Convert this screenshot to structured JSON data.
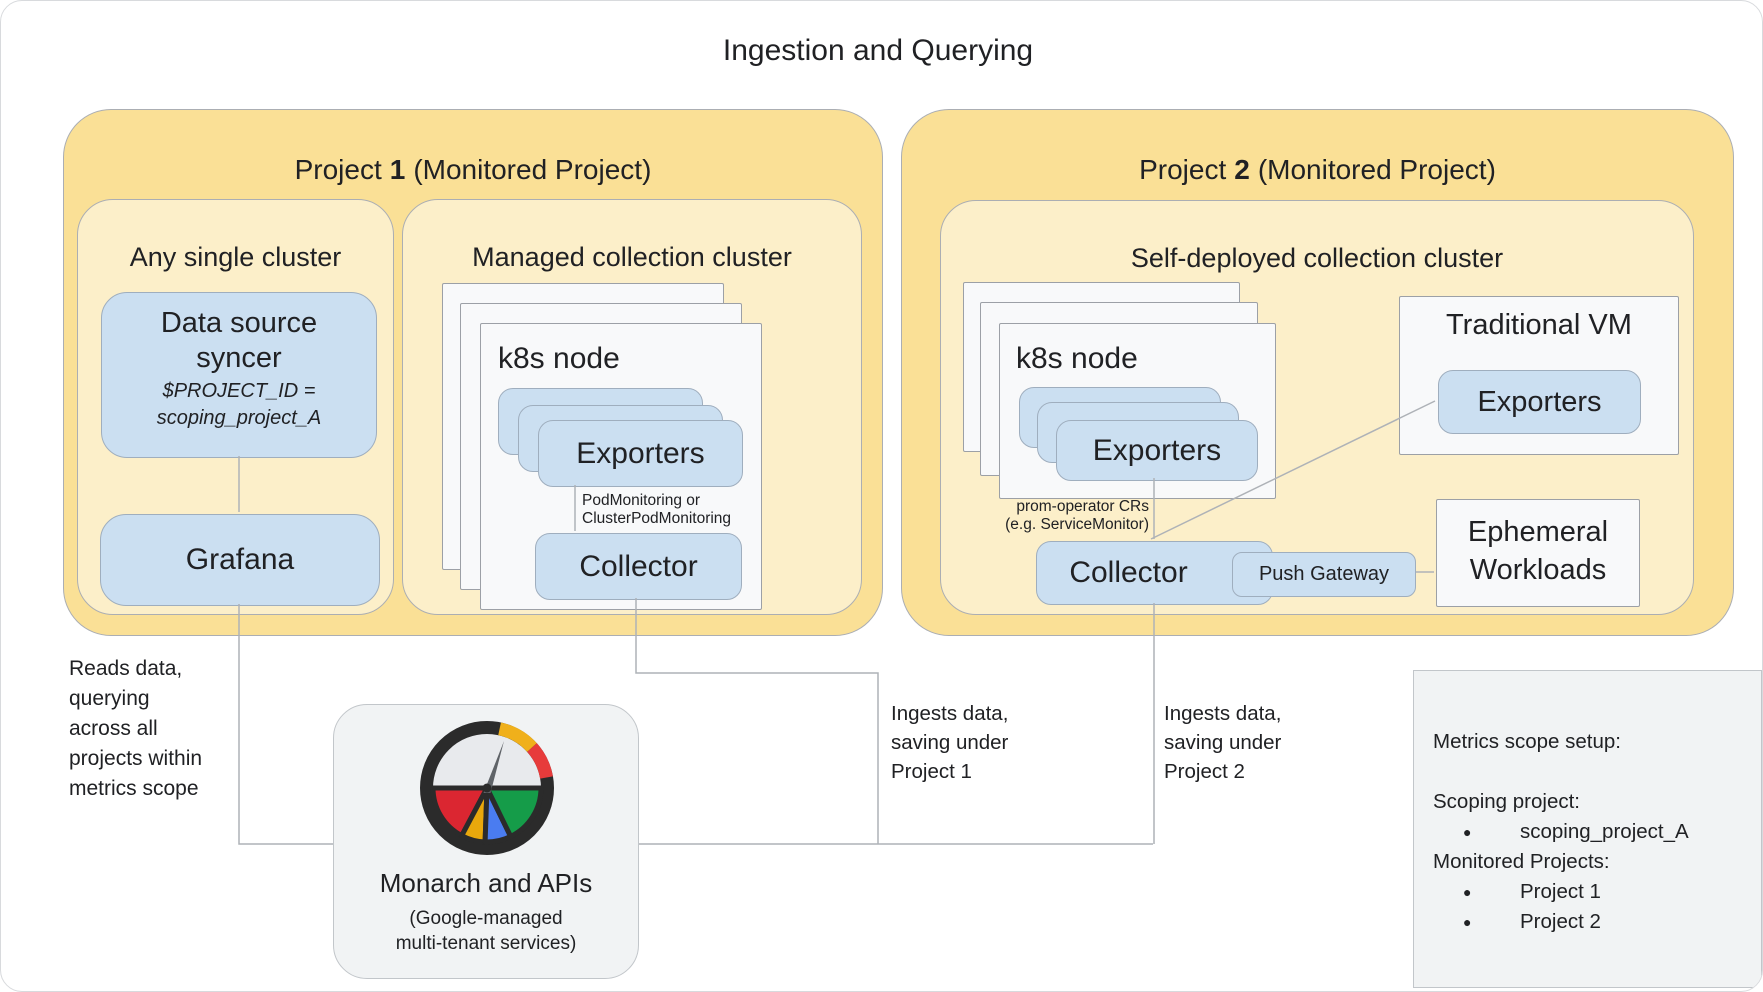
{
  "title": "Ingestion and Querying",
  "colors": {
    "outer_project_fill": "#FAE096",
    "inner_cluster_fill": "#FCEFC9",
    "component_blue_fill": "#CBDFF1",
    "card_fill": "#F8F9FA",
    "neutral_box_fill": "#F1F3F4",
    "connector_line": "#AEB2B7",
    "text": "#202124",
    "gauge_red": "#DB2631",
    "gauge_yellow": "#E9A80C",
    "gauge_blue": "#4A7CF0",
    "gauge_green": "#159C49"
  },
  "project1": {
    "title": {
      "prefix": "Project",
      "number": "1",
      "suffix": "(Monitored Project)"
    },
    "any_single_cluster": {
      "title": "Any single cluster",
      "data_source_syncer": {
        "line1": "Data source",
        "line2": "syncer",
        "param_line1": "$PROJECT_ID =",
        "param_line2": "scoping_project_A"
      },
      "grafana": "Grafana"
    },
    "managed_cluster": {
      "title": "Managed collection cluster",
      "node_label": "k8s node",
      "exporters": "Exporters",
      "monitoring_note": [
        "PodMonitoring or",
        "ClusterPodMonitoring"
      ],
      "collector": "Collector"
    }
  },
  "project2": {
    "title": {
      "prefix": "Project",
      "number": "2",
      "suffix": "(Monitored Project)"
    },
    "self_deployed_cluster": {
      "title": "Self-deployed collection cluster",
      "node_label": "k8s node",
      "exporters": "Exporters",
      "operator_note": [
        "prom-operator CRs",
        "(e.g. ServiceMonitor)"
      ],
      "collector": "Collector",
      "push_gateway": "Push Gateway",
      "traditional_vm": {
        "title": "Traditional VM",
        "exporters": "Exporters"
      },
      "ephemeral_workloads": [
        "Ephemeral",
        "Workloads"
      ]
    }
  },
  "monarch": {
    "icon": "gauge-icon",
    "title": "Monarch and APIs",
    "subtitle": [
      "(Google-managed",
      "multi-tenant services)"
    ]
  },
  "edge_labels": {
    "reads": [
      "Reads data,",
      "querying",
      "across all",
      "projects within",
      "metrics scope"
    ],
    "ingest_p1": [
      "Ingests data,",
      "saving under",
      "Project 1"
    ],
    "ingest_p2": [
      "Ingests data,",
      "saving under",
      "Project 2"
    ]
  },
  "metrics_scope": {
    "title": "Metrics scope setup:",
    "scoping_label": "Scoping project:",
    "scoping_projects": [
      "scoping_project_A"
    ],
    "monitored_label": "Monitored Projects:",
    "monitored_projects": [
      "Project 1",
      "Project 2"
    ]
  }
}
